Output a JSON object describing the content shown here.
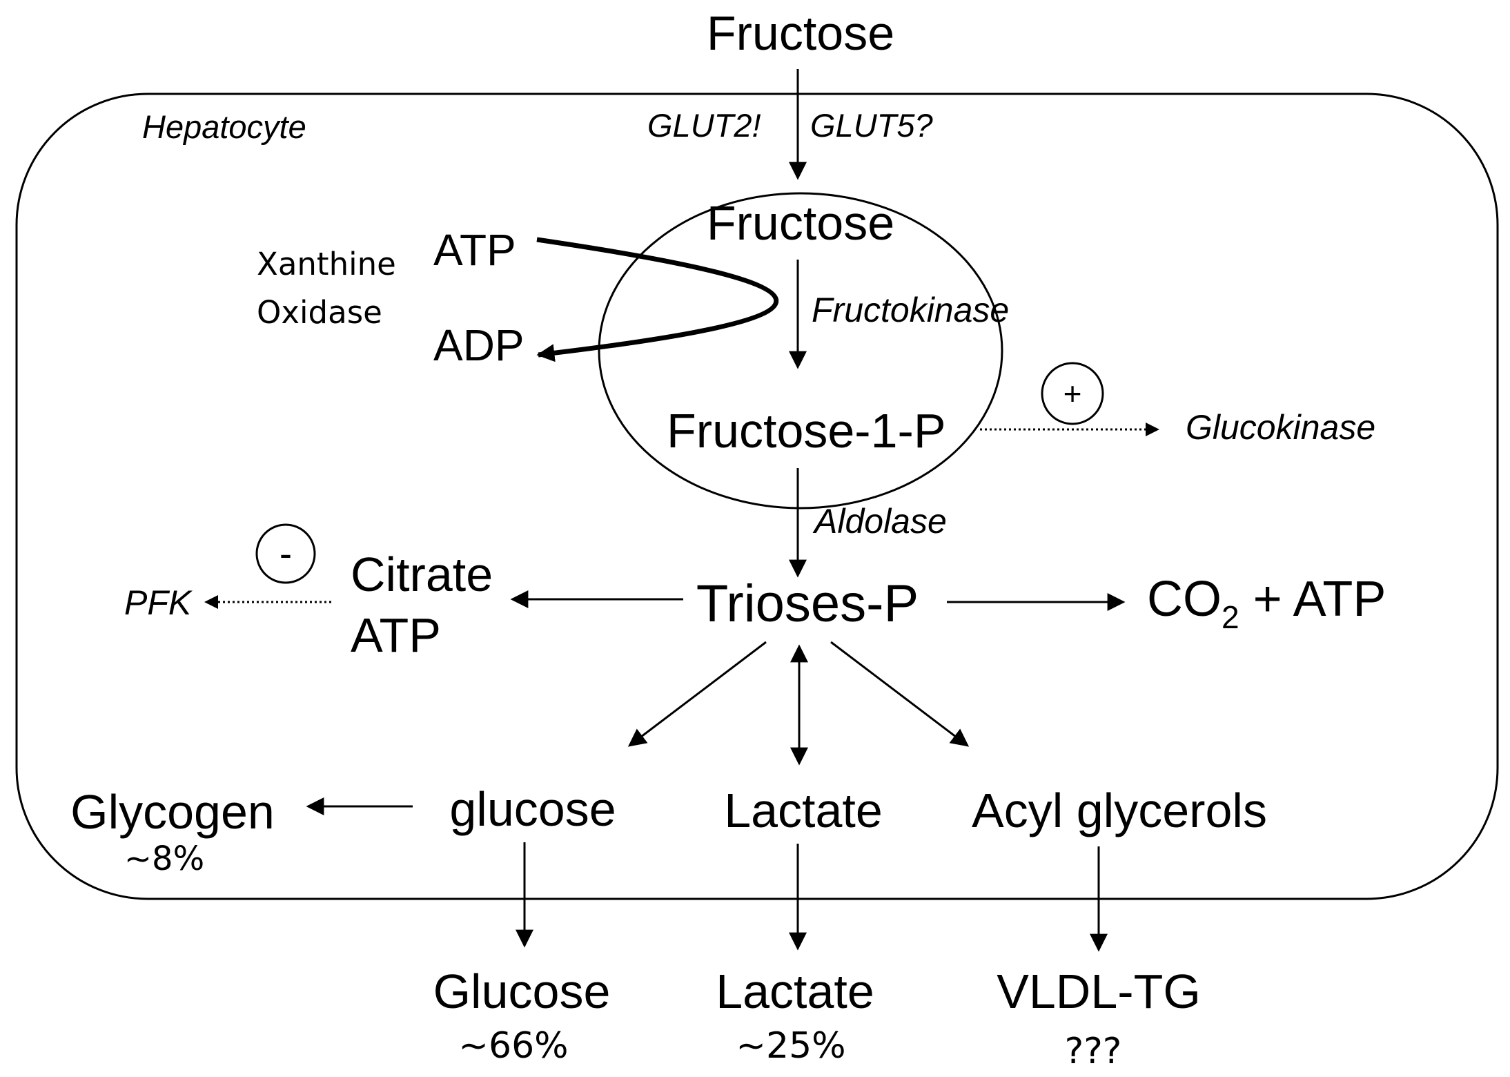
{
  "labels": {
    "fructose_outside": "Fructose",
    "hepatocyte": "Hepatocyte",
    "glut2": "GLUT2!",
    "glut5": "GLUT5?",
    "fructose_inside": "Fructose",
    "xanthine": "Xanthine",
    "oxidase": "Oxidase",
    "atp_top": "ATP",
    "adp": "ADP",
    "fructokinase": "Fructokinase",
    "fructose_1p": "Fructose-1-P",
    "plus": "+",
    "glucokinase": "Glucokinase",
    "aldolase": "Aldolase",
    "minus": "-",
    "citrate": "Citrate",
    "atp_left": "ATP",
    "pfk": "PFK",
    "trioses_p": "Trioses-P",
    "co2": "CO",
    "co2_sub": "2",
    "co2_rest": " + ATP",
    "glycogen": "Glycogen",
    "glycogen_pct": "~8%",
    "glucose_inner": "glucose",
    "lactate_inner": "Lactate",
    "acyl_glycerols": "Acyl glycerols",
    "glucose_out": "Glucose",
    "glucose_out_pct": "~66%",
    "lactate_out": "Lactate",
    "lactate_out_pct": "~25%",
    "vldl": "VLDL-TG",
    "vldl_pct": "???"
  }
}
